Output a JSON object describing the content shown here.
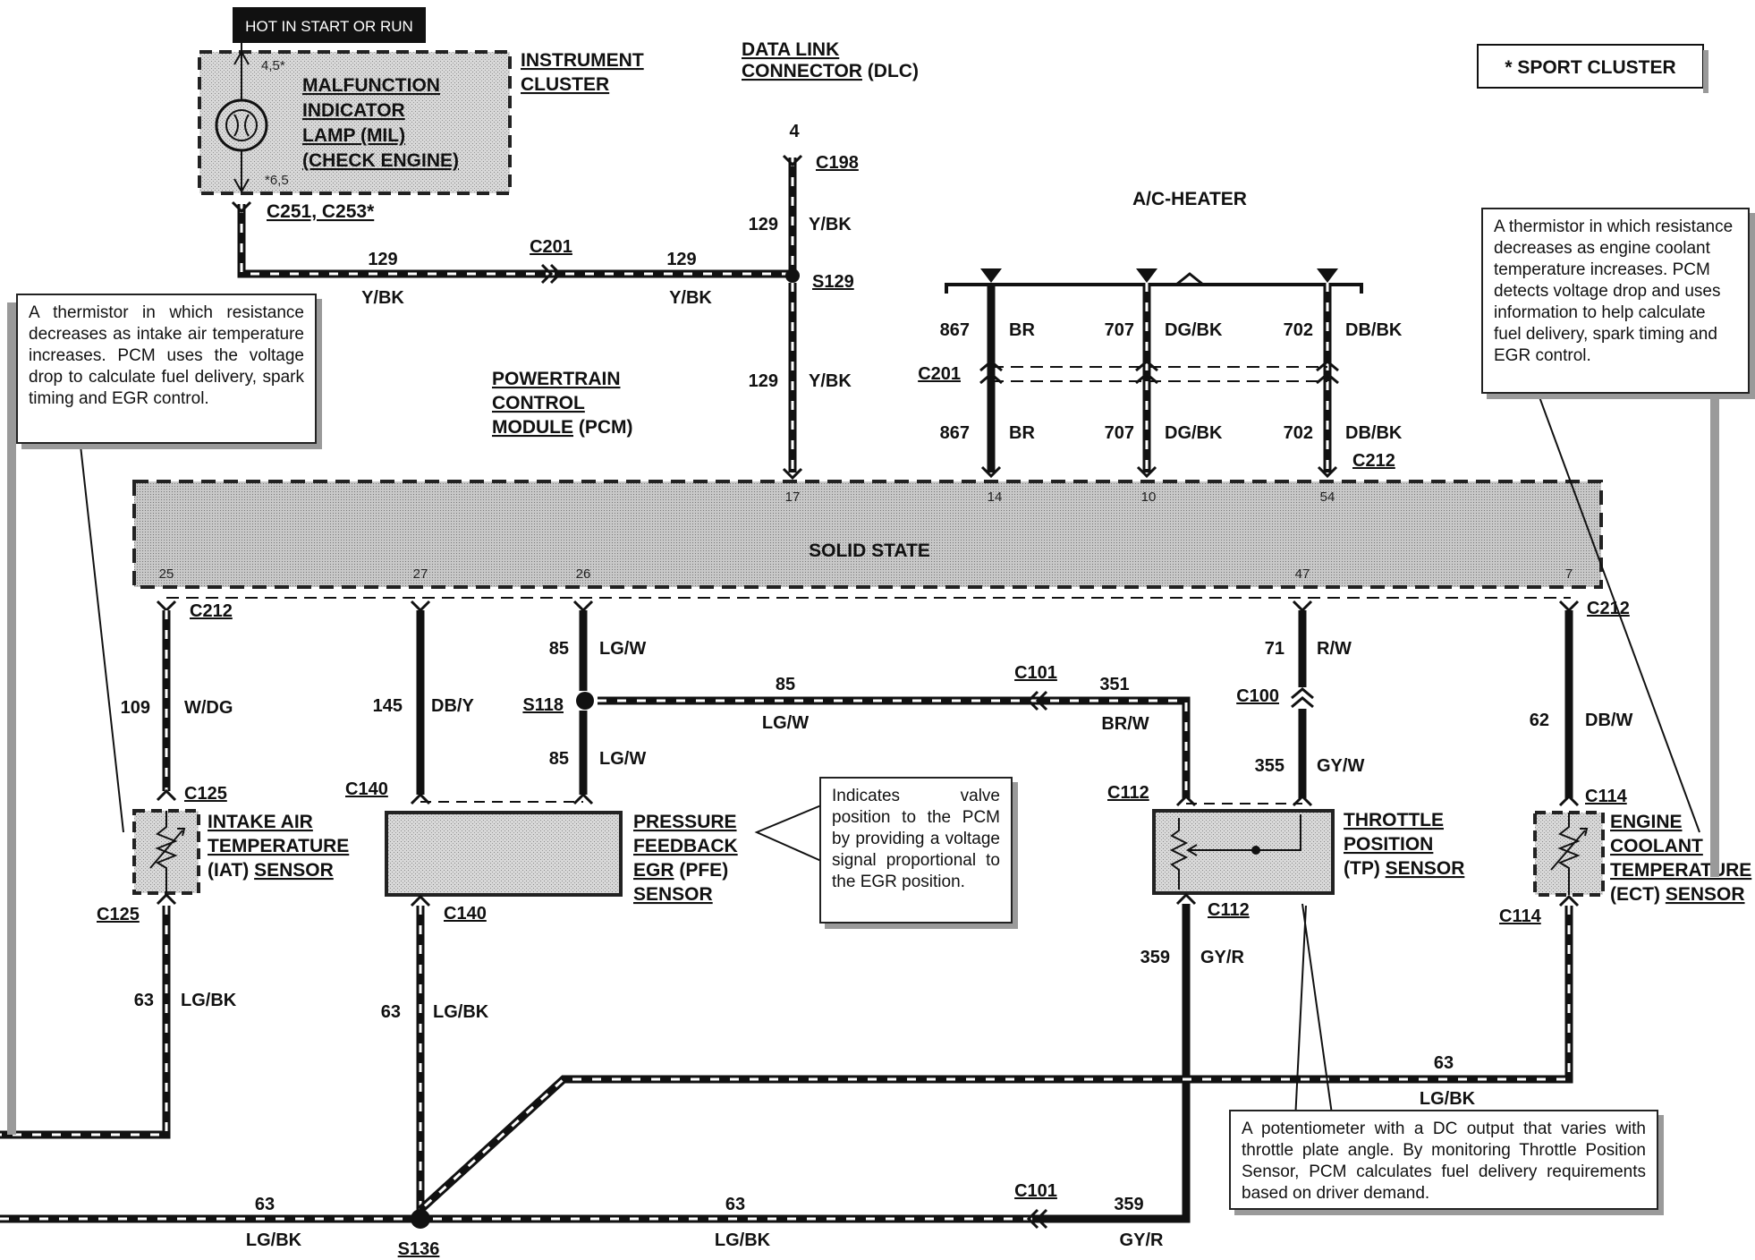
{
  "banner": "HOT IN START OR RUN",
  "legend": "*  SPORT CLUSTER",
  "instrument_cluster": {
    "title_1": "INSTRUMENT",
    "title_2": "CLUSTER",
    "lamp_1": "MALFUNCTION",
    "lamp_2": "INDICATOR",
    "lamp_3": "LAMP (MIL)",
    "lamp_4": "(CHECK ENGINE)",
    "pin_top": "4,5*",
    "pin_bottom": "*6,5",
    "connector": "C251,  C253*"
  },
  "dlc": {
    "title_1": "DATA LINK",
    "title_2": "CONNECTOR",
    "title_suffix": "(DLC)",
    "pin": "4",
    "connector": "C198",
    "circuit": "129",
    "color": "Y/BK",
    "splice": "S129"
  },
  "mil_wire": {
    "left_circuit": "129",
    "left_color": "Y/BK",
    "connector": "C201",
    "right_circuit": "129",
    "right_color": "Y/BK"
  },
  "pcm": {
    "title_1": "POWERTRAIN",
    "title_2": "CONTROL",
    "title_3": "MODULE",
    "title_suffix": "(PCM)",
    "body": "SOLID STATE",
    "pin_17": "17",
    "pin_14": "14",
    "pin_10": "10",
    "pin_54": "54",
    "pin_25": "25",
    "pin_27": "27",
    "pin_26": "26",
    "pin_47": "47",
    "pin_7": "7",
    "c212_top": "C212",
    "dlc_circuit": "129",
    "dlc_color": "Y/BK"
  },
  "ac_heater": {
    "title": "A/C-HEATER",
    "connector": "C201",
    "wires": [
      {
        "circuit": "867",
        "color": "BR"
      },
      {
        "circuit": "707",
        "color": "DG/BK"
      },
      {
        "circuit": "702",
        "color": "DB/BK"
      }
    ]
  },
  "iat": {
    "name_1": "INTAKE AIR",
    "name_2": "TEMPERATURE",
    "name_3": "(IAT)",
    "name_4": "SENSOR",
    "c212": "C212",
    "signal_circuit": "109",
    "signal_color": "W/DG",
    "c125_top": "C125",
    "c125_bottom": "C125",
    "ground_circuit": "63",
    "ground_color": "LG/BK",
    "note": "A thermistor in which resistance decreases as intake air temperature increases. PCM uses the voltage drop to calculate fuel delivery, spark timing and EGR control."
  },
  "pfe": {
    "name_1": "PRESSURE",
    "name_2": "FEEDBACK",
    "name_3": "EGR",
    "name_4": "(PFE)",
    "name_5": "SENSOR",
    "signal_circuit": "145",
    "signal_color": "DB/Y",
    "ref_circuit_top": "85",
    "ref_color_top": "LG/W",
    "splice": "S118",
    "ref_circuit_bottom": "85",
    "ref_color_bottom": "LG/W",
    "c140_top": "C140",
    "c140_bottom": "C140",
    "ground_circuit": "63",
    "ground_color": "LG/BK",
    "note": "Indicates valve position to the PCM by providing a voltage signal proportional to the EGR position."
  },
  "ref_wire": {
    "left_circuit": "85",
    "left_color": "LG/W",
    "connector": "C101",
    "right_circuit": "351",
    "right_color": "BR/W"
  },
  "tp": {
    "name_1": "THROTTLE",
    "name_2": "POSITION",
    "name_3": "(TP)",
    "name_4": "SENSOR",
    "signal_circuit_top": "71",
    "signal_color_top": "R/W",
    "connector_mid": "C100",
    "signal_circuit_bottom": "355",
    "signal_color_bottom": "GY/W",
    "c112_top": "C112",
    "c112_bottom": "C112",
    "ground_circuit": "359",
    "ground_color": "GY/R",
    "note": "A potentiometer with a DC output that varies with throttle plate angle. By monitoring Throttle Position Sensor, PCM calculates fuel delivery requirements based on driver demand."
  },
  "ect": {
    "name_1": "ENGINE",
    "name_2": "COOLANT",
    "name_3": "TEMPERATURE",
    "name_4": "(ECT)",
    "name_5": "SENSOR",
    "c212": "C212",
    "signal_circuit": "62",
    "signal_color": "DB/W",
    "c114_top": "C114",
    "c114_bottom": "C114",
    "ground_circuit": "63",
    "ground_color": "LG/BK",
    "note": "A thermistor in which resistance decreases as engine coolant temperature increases. PCM detects voltage drop and uses information to help calculate fuel delivery, spark timing and EGR control."
  },
  "ground_bus": {
    "splice": "S136",
    "left_circuit": "63",
    "left_color": "LG/BK",
    "right_circuit": "63",
    "right_color": "LG/BK",
    "connector": "C101",
    "tp_circuit": "359",
    "tp_color": "GY/R"
  }
}
